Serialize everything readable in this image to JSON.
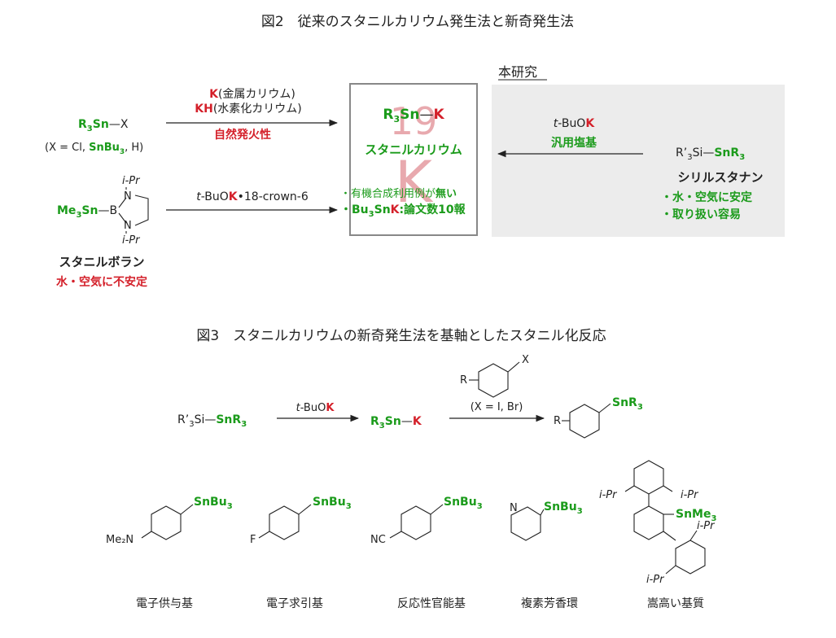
{
  "fig2": {
    "title": "図2　従来のスタニルカリウム発生法と新奇発生法",
    "this_work_label": "本研究",
    "left_reagent1": {
      "r3sn": "R",
      "sub3": "3",
      "sn": "Sn",
      "bond_x": "—X",
      "x_note_pre": "(X = Cl, ",
      "x_note_green": "SnBu",
      "x_note_sub": "3",
      "x_note_post": ", H)"
    },
    "arrow1": {
      "k_red": "K",
      "k_text": "(金属カリウム)",
      "kh_red": "KH",
      "kh_text": "(水素化カリウム)",
      "hazard": "自然発火性"
    },
    "left_reagent2": {
      "ipr_top": "i-Pr",
      "ipr_bottom": "i-Pr",
      "me3sn": "Me",
      "sub3": "3",
      "sn": "Sn",
      "b": "B",
      "n": "N",
      "name": "スタニルボラン",
      "hazard": "水・空気に不安定"
    },
    "arrow2": {
      "t": "t",
      "buo": "-BuO",
      "k": "K",
      "rest": "•18-crown-6"
    },
    "center": {
      "r": "R",
      "sub3": "3",
      "sn": "Sn",
      "dash": "—",
      "k": "K",
      "name": "スタニルカリウム",
      "bg_number": "19",
      "bg_letter": "K",
      "note1_pre": "・有機合成利用例が",
      "note1_bold": "無い",
      "note2_pre": "・",
      "note2_bu": "Bu",
      "note2_sub": "3",
      "note2_sn": "Sn",
      "note2_k": "K",
      "note2_post": ":論文数10報"
    },
    "right": {
      "t": "t",
      "buo": "-BuO",
      "k": "K",
      "arrow_label": "汎用塩基",
      "r": "R’",
      "sub3": "3",
      "si": "Si—",
      "snr": "SnR",
      "snr_sub": "3",
      "name": "シリルスタナン",
      "feat1": "・水・空気に安定",
      "feat2": "・取り扱い容易"
    }
  },
  "fig3": {
    "title": "図3　スタニルカリウムの新奇発生法を基軸としたスタニル化反応",
    "start": {
      "r": "R’",
      "sub3": "3",
      "si": "Si",
      "snr": "SnR",
      "snr_sub": "3"
    },
    "arrow1": {
      "t": "t",
      "buo": "-BuO",
      "k": "K"
    },
    "mid": {
      "r": "R",
      "sub3": "3",
      "sn": "Sn",
      "k": "K"
    },
    "arrow2": {
      "aryl_x": "X",
      "aryl_r": "R",
      "cond": "(X = I, Br)"
    },
    "product": {
      "r": "R",
      "snr": "SnR",
      "snr_sub": "3"
    },
    "examples": [
      {
        "label": "電子供与基",
        "sub": "Me₂N",
        "stannyl": "SnBu",
        "sub3": "3"
      },
      {
        "label": "電子求引基",
        "sub": "F",
        "stannyl": "SnBu",
        "sub3": "3"
      },
      {
        "label": "反応性官能基",
        "sub": "NC",
        "stannyl": "SnBu",
        "sub3": "3"
      },
      {
        "label": "複素芳香環",
        "sub": "N",
        "stannyl": "SnBu",
        "sub3": "3"
      },
      {
        "label": "嵩高い基質",
        "ipr1": "i-Pr",
        "ipr2": "i-Pr",
        "ipr3": "i-Pr",
        "ipr4": "i-Pr",
        "stannyl": "SnMe",
        "sub3": "3"
      }
    ]
  },
  "colors": {
    "red": "#d4202a",
    "green": "#1b9b1b",
    "panel": "#ececec",
    "bg_numeral": "#e8a9ae"
  }
}
